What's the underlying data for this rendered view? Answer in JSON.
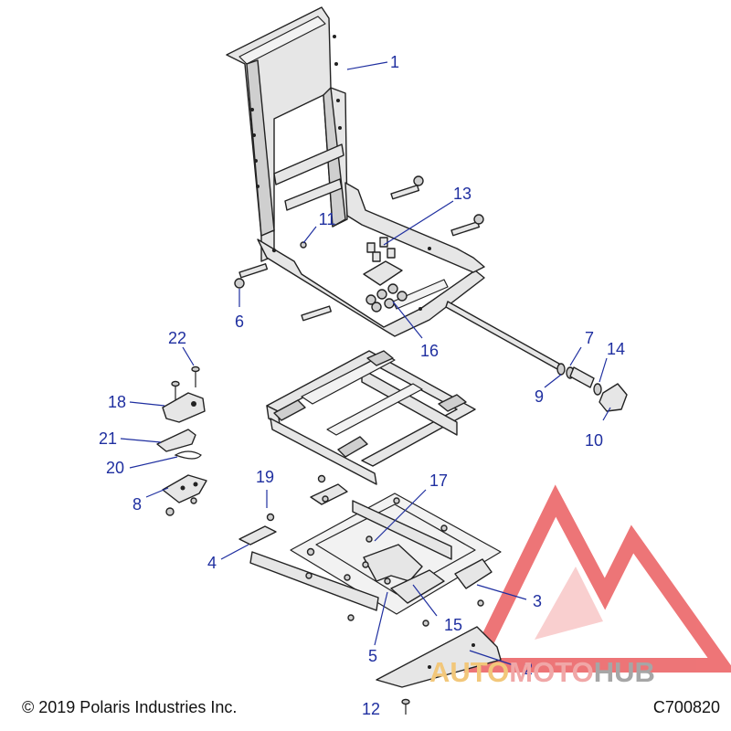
{
  "callouts": [
    {
      "id": "1",
      "label": "1"
    },
    {
      "id": "2",
      "label": "2"
    },
    {
      "id": "3",
      "label": "3"
    },
    {
      "id": "4",
      "label": "4"
    },
    {
      "id": "5",
      "label": "5"
    },
    {
      "id": "6",
      "label": "6"
    },
    {
      "id": "7",
      "label": "7"
    },
    {
      "id": "8",
      "label": "8"
    },
    {
      "id": "9",
      "label": "9"
    },
    {
      "id": "10",
      "label": "10"
    },
    {
      "id": "11",
      "label": "11"
    },
    {
      "id": "12",
      "label": "12"
    },
    {
      "id": "13",
      "label": "13"
    },
    {
      "id": "14",
      "label": "14"
    },
    {
      "id": "15",
      "label": "15"
    },
    {
      "id": "16",
      "label": "16"
    },
    {
      "id": "17",
      "label": "17"
    },
    {
      "id": "18",
      "label": "18"
    },
    {
      "id": "19",
      "label": "19"
    },
    {
      "id": "20",
      "label": "20"
    },
    {
      "id": "21",
      "label": "21"
    },
    {
      "id": "22",
      "label": "22"
    }
  ],
  "footer": {
    "copyright": "© 2019 Polaris Industries Inc.",
    "figure_id": "C700820"
  },
  "watermark": {
    "part1": "AUTO",
    "part2": "MOTO",
    "part3": "HUB",
    "colors": {
      "triangle": "#e8474a",
      "auto": "#f2c77a",
      "moto": "#f0a7a7",
      "hub": "#a6a6a6"
    }
  },
  "colors": {
    "callout_text": "#1f2fa0",
    "part_fill": "#e6e6e6",
    "part_stroke": "#222222"
  }
}
